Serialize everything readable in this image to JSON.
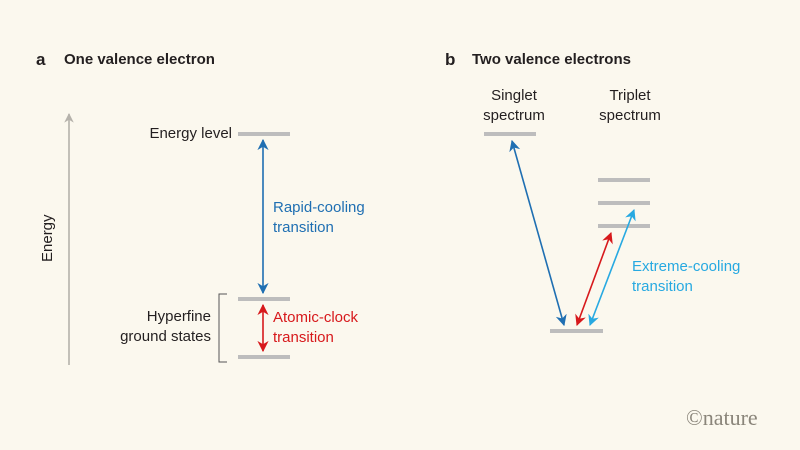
{
  "panel_a": {
    "letter": "a",
    "title": "One valence electron",
    "axis_label": "Energy",
    "energy_level_label": "Energy level",
    "ground_label_line1": "Hyperfine",
    "ground_label_line2": "ground states",
    "rapid_line1": "Rapid-cooling",
    "rapid_line2": "transition",
    "clock_line1": "Atomic-clock",
    "clock_line2": "transition"
  },
  "panel_b": {
    "letter": "b",
    "title": "Two valence electrons",
    "singlet_line1": "Singlet",
    "singlet_line2": "spectrum",
    "triplet_line1": "Triplet",
    "triplet_line2": "spectrum",
    "extreme_line1": "Extreme-cooling",
    "extreme_line2": "transition"
  },
  "credit": "©nature",
  "colors": {
    "background": "#fbf8ee",
    "level": "#bdbdbd",
    "blue": "#1f6fb2",
    "red": "#d7191c",
    "cyan": "#27a9e1",
    "axis": "#b5b2ab"
  }
}
